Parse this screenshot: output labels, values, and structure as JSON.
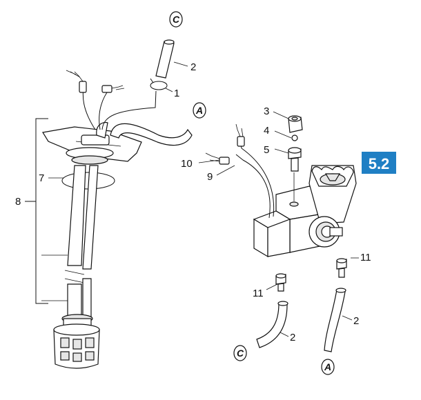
{
  "callouts": {
    "c1": "1",
    "c2a": "2",
    "c2b": "2",
    "c2c": "2",
    "c3": "3",
    "c4": "4",
    "c5": "5",
    "c7": "7",
    "c8": "8",
    "c9": "9",
    "c10": "10",
    "c11a": "11",
    "c11b": "11"
  },
  "refs": {
    "a_top": "A",
    "a_bottom": "A",
    "c_top": "C",
    "c_bottom": "C"
  },
  "badge": {
    "label": "5.2",
    "color": "#1f7fc4"
  }
}
